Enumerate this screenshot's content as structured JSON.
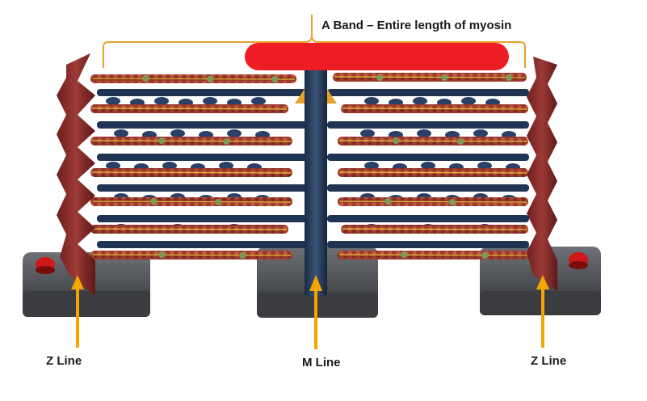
{
  "labels": {
    "a_band": "A Band – Entire length of myosin",
    "z_line_left": "Z Line",
    "m_line": "M Line",
    "z_line_right": "Z Line"
  },
  "colors": {
    "arrow": "#f5a400",
    "bracket": "#e8a02a",
    "redaction": "#ee1c24",
    "z_disc": "#8b2a2a",
    "myosin": "#1f3352",
    "actin": "#a8402e",
    "base": "#4a4d52",
    "button": "#d01818"
  },
  "icons": {
    "pointer": "arrow-up-icon",
    "knob": "red-button-icon"
  }
}
